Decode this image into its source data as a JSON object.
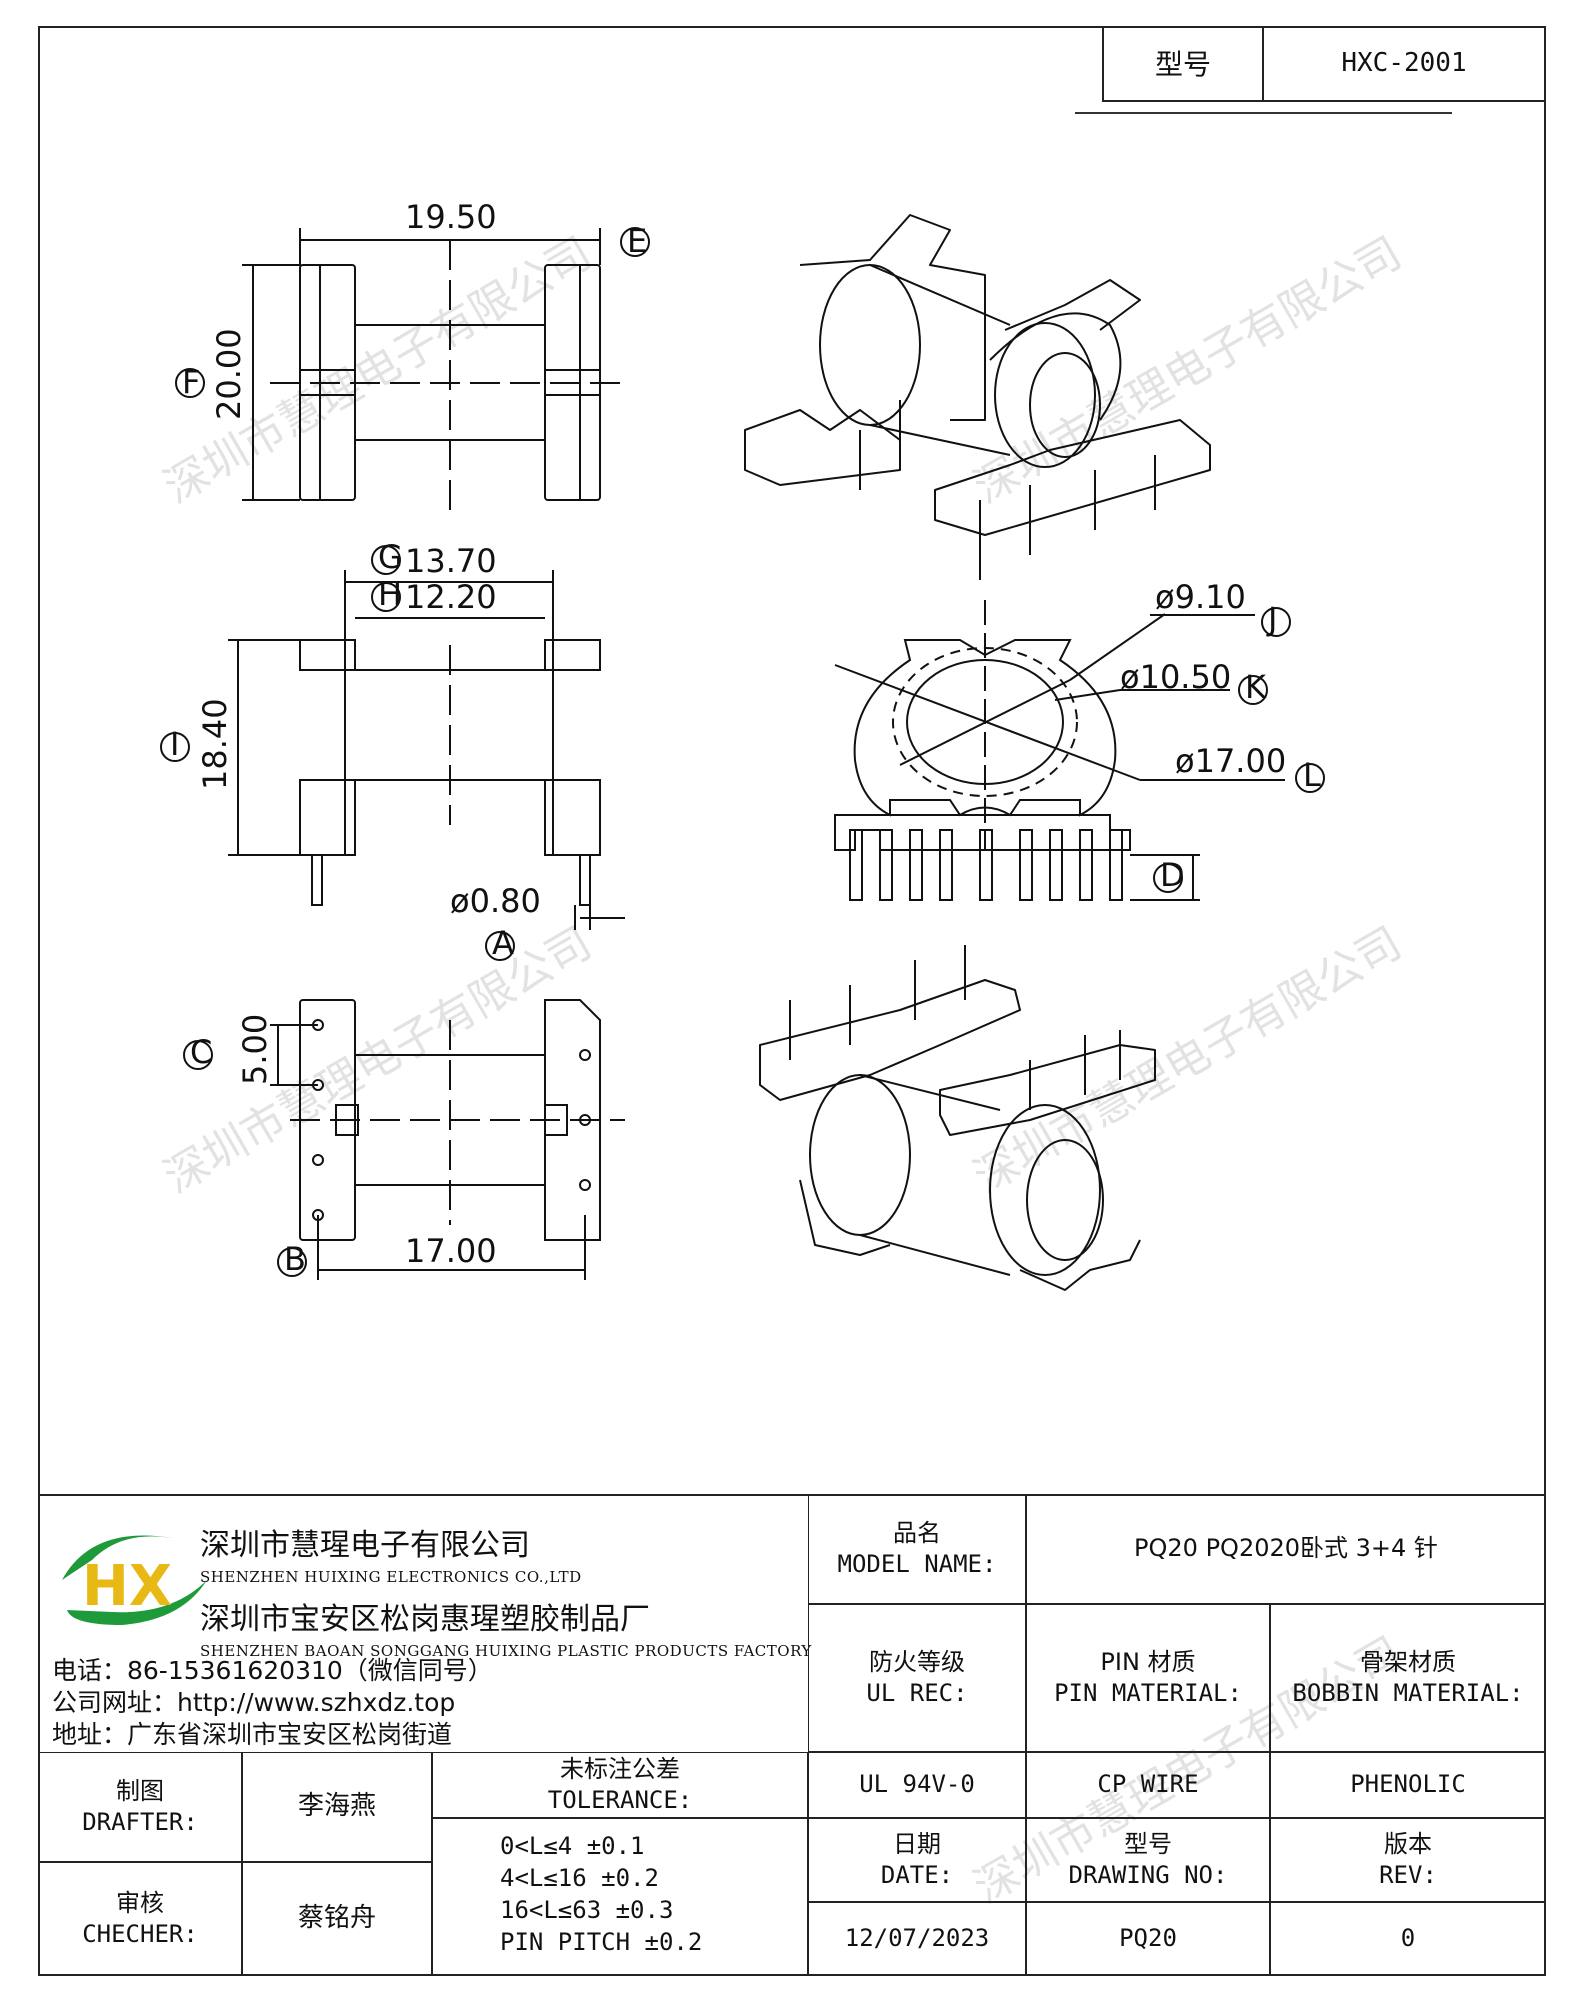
{
  "header": {
    "model_label": "型号",
    "model_value": "HXC-2001"
  },
  "watermark": "深圳市慧理电子有限公司",
  "dims": {
    "d1950": "19.50",
    "d2000": "20.00",
    "d1370": "13.70",
    "d1220": "12.20",
    "d1840": "18.40",
    "d080": "ø0.80",
    "d500": "5.00",
    "d1700": "17.00",
    "d910": "ø9.10",
    "d1050": "ø10.50",
    "d1700b": "ø17.00"
  },
  "markers": {
    "A": "A",
    "B": "B",
    "C": "C",
    "D": "D",
    "E": "E",
    "F": "F",
    "G": "G",
    "H": "H",
    "I": "I",
    "J": "J",
    "K": "K",
    "L": "L"
  },
  "company": {
    "name_cn": "深圳市慧瑆电子有限公司",
    "name_en": "SHENZHEN HUIXING ELECTRONICS CO.,LTD",
    "factory_cn": "深圳市宝安区松岗惠瑆塑胶制品厂",
    "factory_en": "SHENZHEN BAOAN SONGGANG HUIXING PLASTIC PRODUCTS FACTORY",
    "logo": "HX",
    "phone": "电话：86-15361620310（微信同号）",
    "website": "公司网址：http://www.szhxdz.top",
    "address": "地址：广东省深圳市宝安区松岗街道"
  },
  "title_block": {
    "model_name_label_cn": "品名",
    "model_name_label_en": "MODEL NAME:",
    "model_name_value": "PQ20 PQ2020卧式 3+4 针",
    "ul_label_cn": "防火等级",
    "ul_label_en": "UL REC:",
    "pin_label_cn": "PIN 材质",
    "pin_label_en": "PIN MATERIAL:",
    "bobbin_label_cn": "骨架材质",
    "bobbin_label_en": "BOBBIN MATERIAL:",
    "drafter_cn": "制图",
    "drafter_en": "DRAFTER:",
    "drafter_name": "李海燕",
    "checker_cn": "审核",
    "checker_en": "CHECHER:",
    "checker_name": "蔡铭舟",
    "tol_cn": "未标注公差",
    "tol_en": "TOLERANCE:",
    "tol_lines": [
      "0<L≤4   ±0.1",
      "4<L≤16  ±0.2",
      "16<L≤63  ±0.3",
      "PIN PITCH  ±0.2"
    ],
    "ul_value": "UL 94V-0",
    "pin_value": "CP WIRE",
    "bobbin_value": "PHENOLIC",
    "date_cn": "日期",
    "date_en": "DATE:",
    "drawing_cn": "型号",
    "drawing_en": "DRAWING NO:",
    "rev_cn": "版本",
    "rev_en": "REV:",
    "date_value": "12/07/2023",
    "drawing_value": "PQ20",
    "rev_value": "0"
  },
  "colors": {
    "logo_green": "#1f9a3a",
    "logo_yellow": "#e8b914"
  }
}
